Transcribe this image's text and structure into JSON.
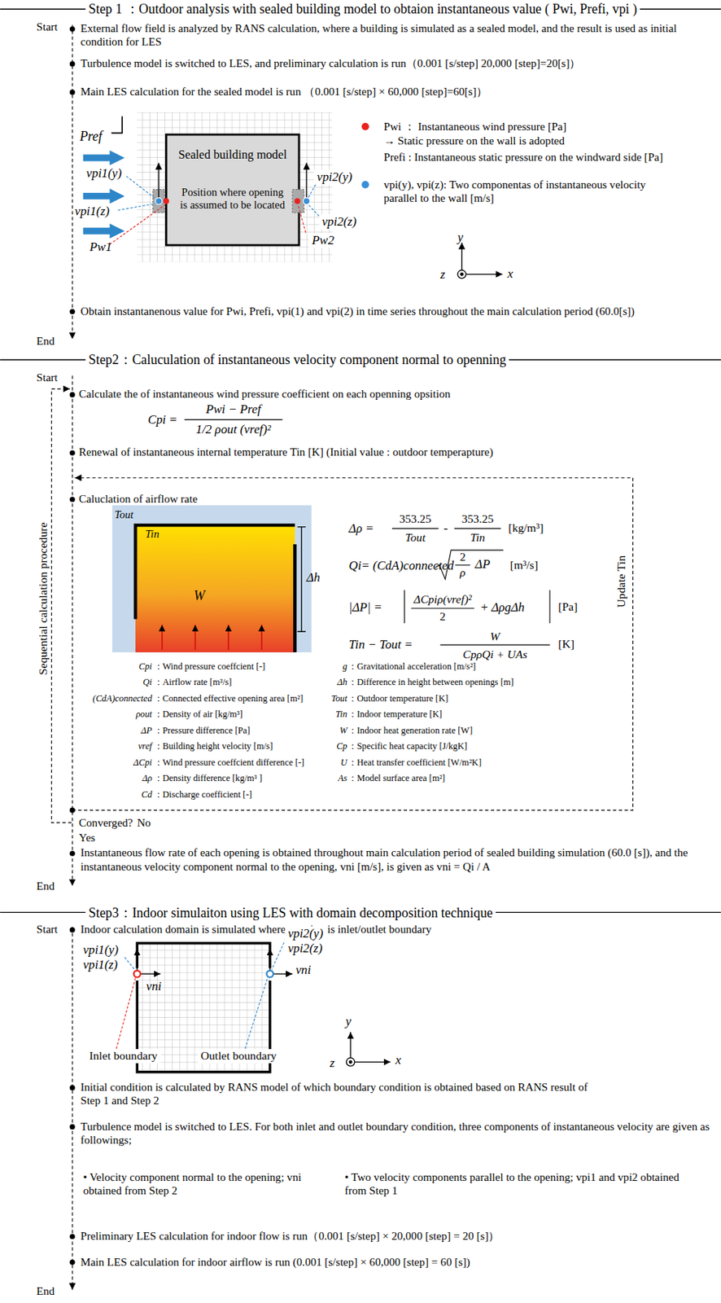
{
  "diagram": {
    "nodes": [
      {
        "text": [
          "Sealed building model",
          "Position where opening is assumed to be located"
        ]
      },
      {
        "text": [
          "Tout",
          "Tin",
          "W"
        ]
      }
    ],
    "labels": [
      "Step 1 ：Outdoor analysis with sealed building model to obtaion instantaneous value ( Pwi, Prefi, vpi )",
      "Start",
      "External flow field is analyzed by RANS calculation, where a building is simulated as a sealed model, and the result is used as initial condition for LES",
      "Turbulence model is switched to LES, and preliminary calculation is run（0.001 [s/step]  20,000 [step]=20[s]）",
      "Main LES calculation for the sealed model is run （0.001 [s/step] × 60,000 [step]=60[s]）",
      "Pref",
      "vpi1(y)",
      "vpi1(z)",
      "Pw1",
      "vpi2(y)",
      "vpi2(z)",
      "Pw2",
      "→ Static pressure on the wall is adopted",
      "Prefi : Instantaneous static pressure on the windward side [Pa]",
      "y",
      "z",
      "x",
      "Obtain instantanenous value for Pwi, Prefi, vpi(1) and vpi(2) in time series throughout the main calculation period (60.0[s])",
      "End",
      "Step2：Caluculation of instantaneous velocity component normal to openning",
      "Start",
      "Calculate the of instantaneous wind pressure coefficient on each openning opsition",
      "Cpi =",
      "Pwi − Pref",
      "1/2 ρout (vref)²",
      "Renewal of instantaneous internal temperature Tin [K] (Initial value : outdoor temperapture)",
      "Caluclation of airflow rate",
      "Δh",
      "Δρ =",
      "353.25",
      "-",
      "353.25",
      "Tout",
      "Tin",
      "[kg/m³]",
      "Qi= (CdA)connected",
      "2",
      "ρ",
      "ΔP",
      "[m³/s]",
      "|ΔP| =",
      "ΔCpiρ(vref)²",
      "2",
      "+ ΔρgΔh",
      "[Pa]",
      "Tin − Tout =",
      "W",
      "CpρQi + UAs",
      "[K]",
      "Update Tin",
      "Cpi",
      "：Wind pressure coeffcient [-]",
      "Qi",
      "：Airflow rate [m³/s]",
      "(CdA)connected",
      "：Connected effective opening area [m²]",
      "ρout",
      "：Density of air [kg/m³]",
      "ΔP",
      "：Pressure difference [Pa]",
      "vref",
      "：Building height velocity [m/s]",
      "ΔCpi",
      "：Wind pressure coeffcient difference [-]",
      "Δρ",
      "：Density difference [kg/m³ ]",
      "Cd",
      "：Discharge coefficient [-]",
      "g",
      "：Gravitational acceleration [m/s²]",
      "Δh",
      "：Difference in height between openings [m]",
      "Tout",
      "：Outdoor temperature [K]",
      "Tin",
      "：Indoor temperature [K]",
      "W",
      "：Indoor heat generation rate [W]",
      "Cp",
      "：Specific heat capacity [J/kgK]",
      "U",
      "：Heat transfer coefficient [W/m²K]",
      "As",
      "：Model surface area [m²]",
      "Sequential calculation procedure",
      "Converged?",
      "No",
      "Yes",
      "Instantaneous flow rate of each opening is obtained throughout main calculation period of sealed building simulation (60.0 [s]), and the instantaneous velocity component normal to the opening, vni [m/s], is given as vni = Qi / A",
      "End",
      "Step3：Indoor simulaiton using LES with domain decomposition technique",
      "Start",
      "Indoor calculation domain is simulated where opening is inlet/outlet boundary",
      "vpi1(y)",
      "vpi1(z)",
      "vni",
      "Inlet boundary",
      "Outlet boundary",
      "vpi2(y)",
      "vpi2(z)",
      "vni",
      "y",
      "z",
      "x",
      "Initial condition is calculated by RANS model of which boundary condition is obtained based on RANS result of Step 1 and Step 2",
      "Turbulence model is switched to LES. For both inlet and outlet boundary condition, three components of instantaneous velocity are given as followings;",
      "• Velocity component normal to the opening; vni obtained from Step 2",
      "• Two velocity components parallel to the opening; vpi1 and vpi2 obtained from Step 1",
      "Preliminary LES calculation for indoor flow is run（0.001 [s/step] × 20,000 [step] = 20 [s]）",
      "Main LES calculation for indoor airflow is run (0.001 [s/step] × 60,000 [step] = 60 [s])",
      "End"
    ],
    "legend": [
      {
        "text": "Pwi ： Instantaneous wind pressure [Pa]",
        "color": "#e8231e"
      },
      {
        "text": "vpi(y), vpi(z): Two componentas of instantaneous velocity parallel to the wall [m/s]",
        "color": "#3a8fd6"
      }
    ]
  }
}
